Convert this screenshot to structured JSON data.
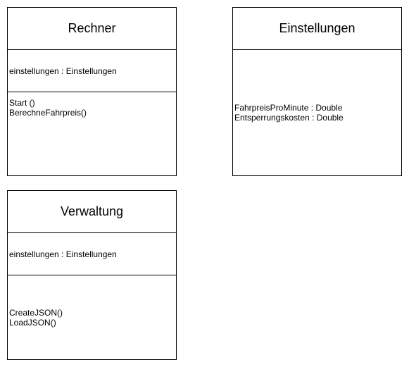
{
  "classes": {
    "rechner": {
      "name": "Rechner",
      "attributes": [
        "einstellungen : Einstellungen"
      ],
      "methods": [
        "Start ()",
        "BerechneFahrpreis()"
      ]
    },
    "einstellungen": {
      "name": "Einstellungen",
      "attributes": [
        "FahrpreisProMinute : Double",
        "Entsperrungskosten : Double"
      ]
    },
    "verwaltung": {
      "name": "Verwaltung",
      "attributes": [
        "einstellungen : Einstellungen"
      ],
      "methods": [
        "CreateJSON()",
        "LoadJSON()"
      ]
    }
  }
}
